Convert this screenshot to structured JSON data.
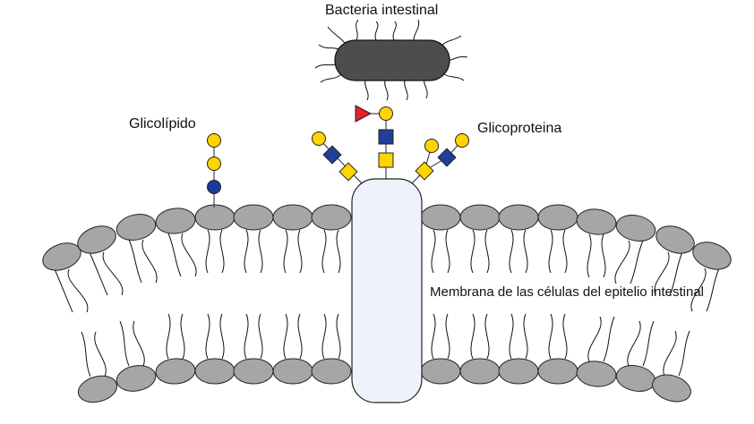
{
  "labels": {
    "bacteria": "Bacteria intestinal",
    "glycolipid": "Glicolípido",
    "glycoprotein": "Glicoproteina",
    "membrane": "Membrana de las células del epitelio intestinal"
  },
  "colors": {
    "bacteria_fill": "#4d4d4d",
    "lipid_head": "#a6a6a6",
    "protein_fill": "#eef2fa",
    "galactose_yellow": "#ffd400",
    "glcnac_blue": "#1f3f9a",
    "glucose_blue": "#1a3a9c",
    "fucose_red": "#e8202a",
    "outline": "#222222"
  },
  "glycolipid_chain": [
    "yellow-circle",
    "yellow-circle",
    "blue-circle"
  ],
  "glycoprotein_branches": {
    "left": [
      "yellow-circle",
      "blue-square-diamond",
      "yellow-diamond"
    ],
    "center": [
      "red-triangle",
      "yellow-circle",
      "blue-square",
      "yellow-square"
    ],
    "right": [
      "yellow-circle",
      "yellow-circle",
      "blue-diamond",
      "yellow-diamond"
    ]
  }
}
